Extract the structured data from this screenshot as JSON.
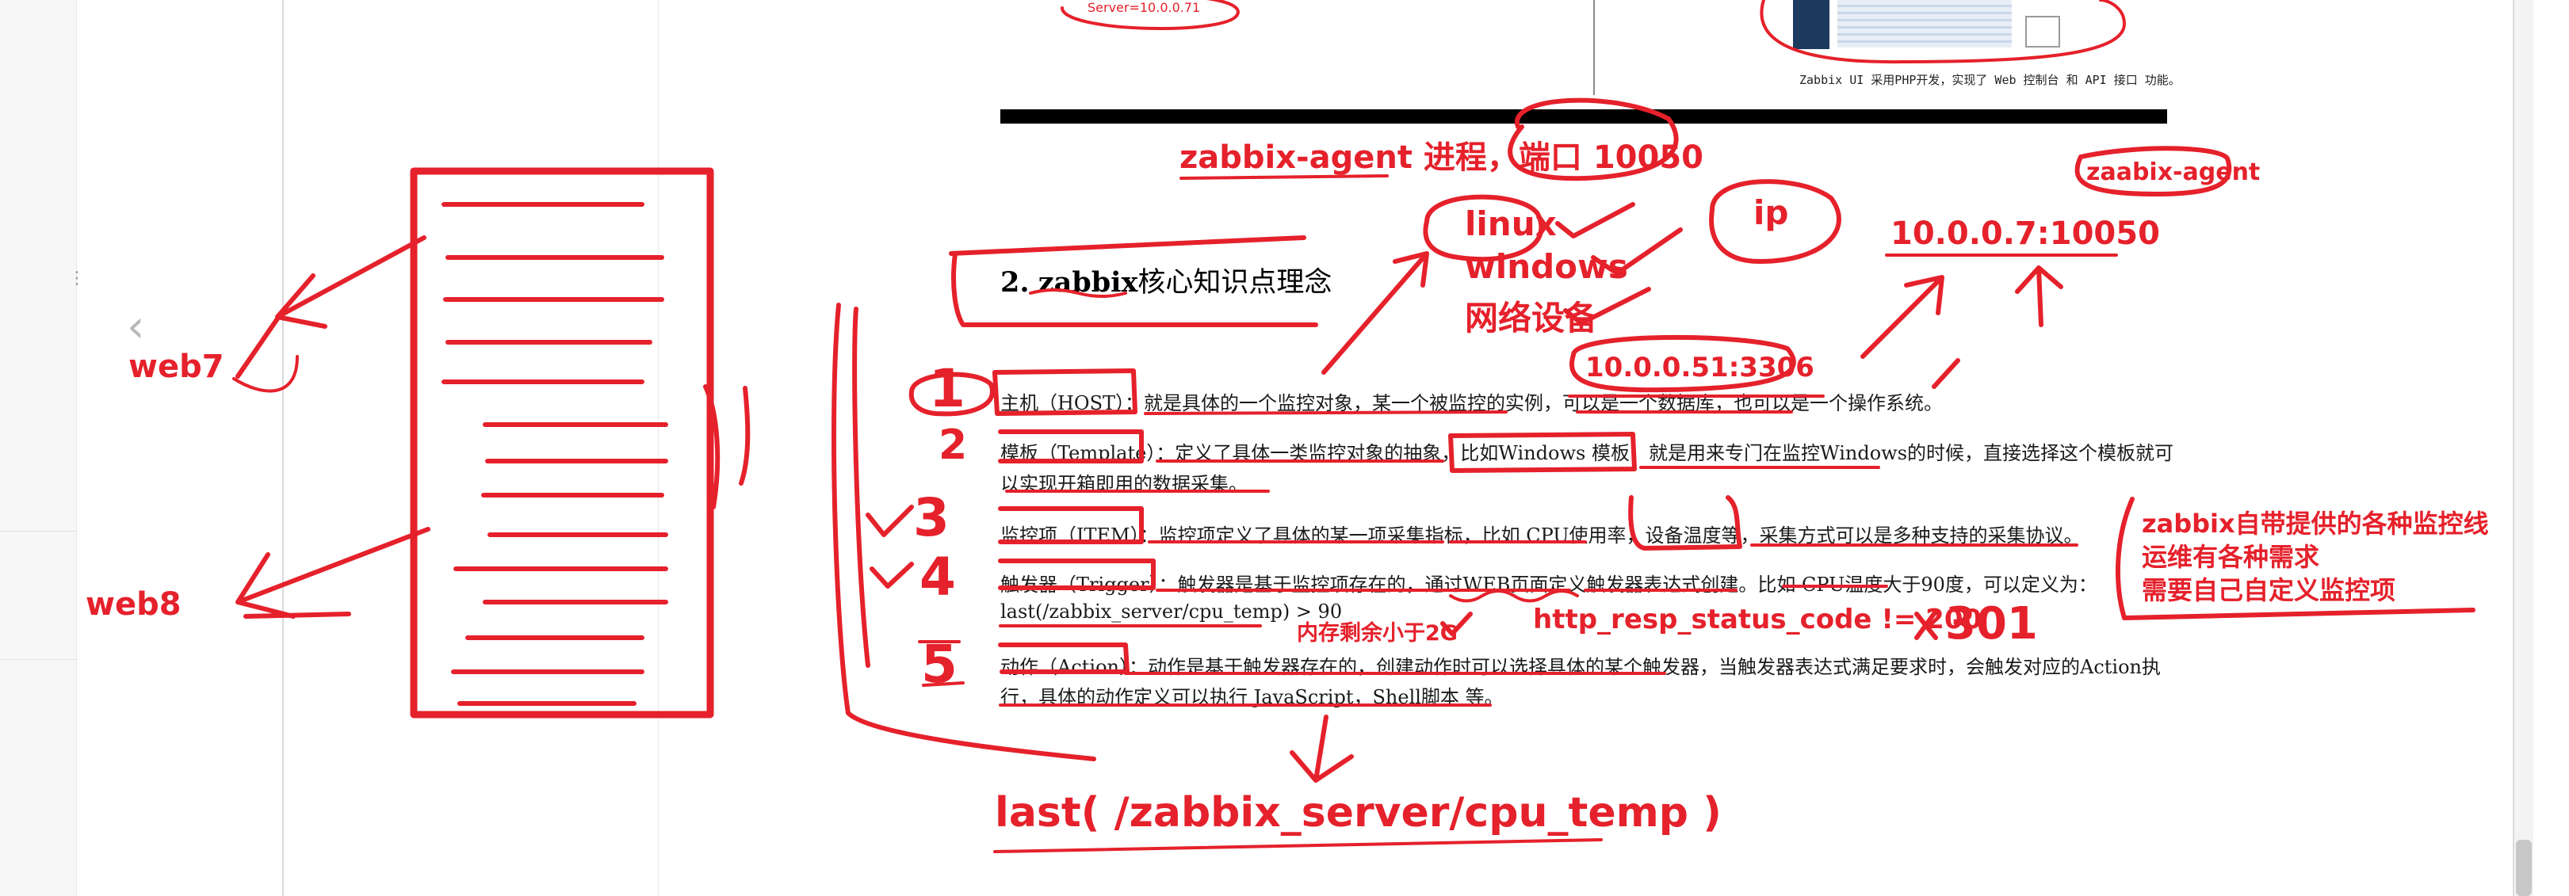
{
  "chrome": {
    "gutter_dots": "⋮",
    "back_chevron": "‹",
    "back_icon": "chevron-left-icon"
  },
  "figure": {
    "caption": "Zabbix UI 采用PHP开发，实现了 Web 控制台 和 API 接口 功能。"
  },
  "doc": {
    "heading_num": "2.",
    "heading_bold": "zabbix",
    "heading_rest": "核心知识点理念",
    "host_line": "主机（HOST）：就是具体的一个监控对象，某一个被监控的实例，可以是一个数据库，也可以是一个操作系统。",
    "template_line_1": "模板（Template）：定义了具体一类监控对象的抽象，比如Windows 模板，就是用来专门在监控Windows的时候，直接选择这个模板就可",
    "template_line_2": "以实现开箱即用的数据采集。",
    "item_line": "监控项（ITEM）：监控项定义了具体的某一项采集指标，比如 CPU使用率，设备温度等，采集方式可以是多种支持的采集协议。",
    "trigger_line_1": "触发器（Trigger）：触发器是基于监控项存在的，通过WEB页面定义触发器表达式创建。比如 CPU温度大于90度，可以定义为：",
    "trigger_line_2": "last(/zabbix_server/cpu_temp) > 90",
    "action_line_1": "动作（Action）：动作是基于触发器存在的，创建动作时可以选择具体的某个触发器，当触发器表达式满足要求时，会触发对应的Action执",
    "action_line_2": "行，具体的动作定义可以执行 JavaScript，Shell脚本 等。"
  },
  "annotations": {
    "server_ip": "Server=10.0.0.71",
    "web7": "web7",
    "web8": "web8",
    "agent_process": "zabbix-agent   进程，端口 10050",
    "linux": "linux",
    "windows": "windows",
    "network_device": "网络设备",
    "ip": "ip",
    "agent_addr": "10.0.0.7:10050",
    "zaabix_agent": "zaabix-agent",
    "db_addr": "10.0.0.51:3306",
    "num_1": "1",
    "num_2": "2",
    "num_3": "3",
    "num_4": "4",
    "num_5": "5",
    "mem_note": "内存剩余小于2G",
    "http_code": "http_resp_status_code !=   200",
    "code_301": "301",
    "builtin_1": "zabbix自带提供的各种监控线",
    "builtin_2": "运维有各种需求",
    "builtin_3": "需要自己自定义监控项",
    "formula": "last( /zabbix_server/cpu_temp  )",
    "ink_color": "#e5212b"
  }
}
